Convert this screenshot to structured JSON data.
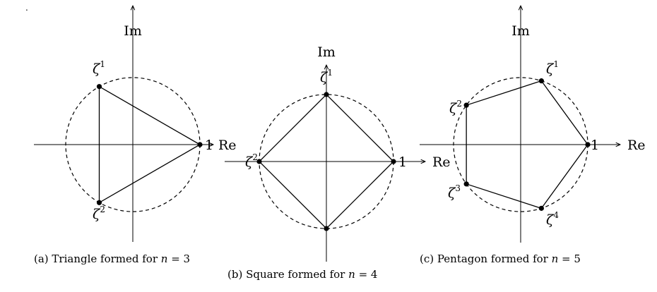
{
  "corner_mark": ".",
  "axes": {
    "real_label": "Re",
    "imag_label": "Im"
  },
  "one_label": "1",
  "root_symbol": "ζ",
  "panels": [
    {
      "id": "a",
      "n": 3,
      "caption": "(a) Triangle formed for n = 3",
      "root_labels": [
        "1",
        "2"
      ]
    },
    {
      "id": "b",
      "n": 4,
      "caption": "(b) Square formed for n = 4",
      "root_labels": [
        "1",
        "2"
      ]
    },
    {
      "id": "c",
      "n": 5,
      "caption": "(c) Pentagon formed for n = 5",
      "root_labels": [
        "1",
        "2",
        "3",
        "4"
      ]
    }
  ]
}
